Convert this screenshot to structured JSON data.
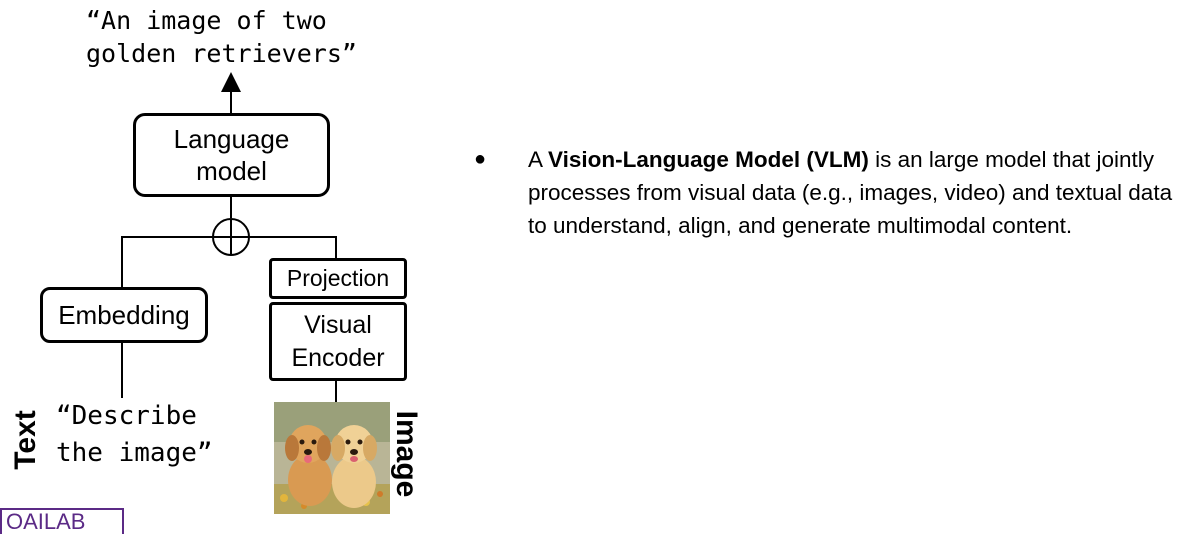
{
  "diagram": {
    "output_text": "“An image of two\ngolden retrievers”",
    "prompt_text": "“Describe\nthe image”",
    "nodes": {
      "language_model": "Language\nmodel",
      "embedding": "Embedding",
      "projection": "Projection",
      "visual_encoder": "Visual\nEncoder"
    },
    "side_labels": {
      "text": "Text",
      "image": "Image"
    }
  },
  "bullet": {
    "prefix": "A ",
    "bold": "Vision-Language Model (VLM)",
    "rest": " is an large model that jointly processes from visual data (e.g., images, video) and textual data to understand, align, and generate multimodal content."
  },
  "logo": {
    "text": "OAILAB"
  },
  "colors": {
    "logo": "#5b2a86"
  }
}
